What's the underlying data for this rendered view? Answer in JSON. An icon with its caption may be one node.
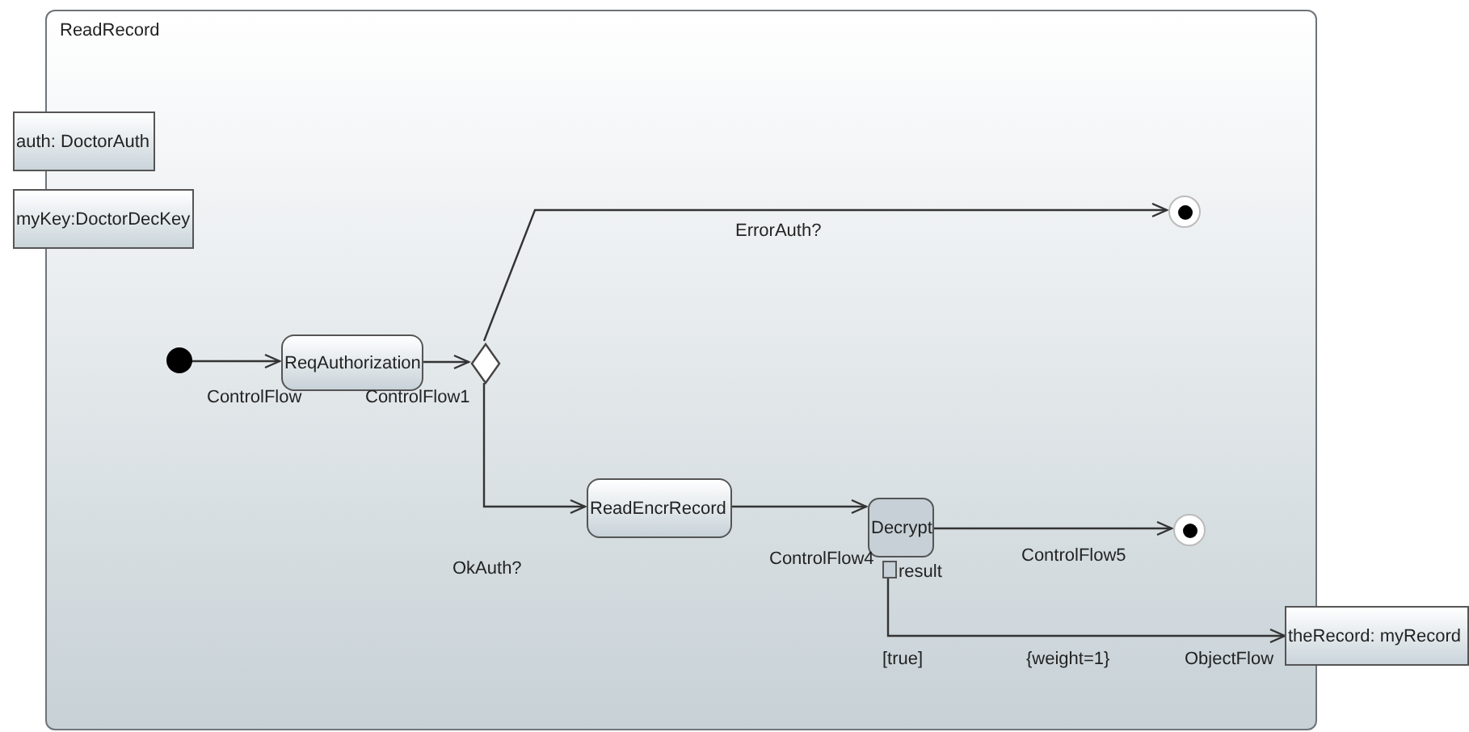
{
  "diagram": {
    "nodes": [
      {
        "text": [
          "ReadRecord"
        ]
      },
      {
        "text": [
          "auth: DoctorAuth"
        ]
      },
      {
        "text": [
          "myKey:DoctorDecKey"
        ]
      },
      {
        "text": [],
        "shape": "circle",
        "in": 0
      },
      {
        "text": [
          "ReqAuthorization"
        ],
        "in": 0
      },
      {
        "text": [],
        "shape": "diamond",
        "in": 0
      },
      {
        "text": [],
        "shape": "circle",
        "in": 0
      },
      {
        "text": [
          "ReadEncrRecord"
        ],
        "in": 0
      },
      {
        "text": [
          "Decrypt"
        ],
        "in": 0
      },
      {
        "text": [],
        "shape": "circle",
        "in": 0
      },
      {
        "text": [
          "result"
        ],
        "in": 0
      },
      {
        "text": [
          "theRecord: myRecord"
        ]
      }
    ],
    "edges": [
      {
        "from": 3,
        "to": 4,
        "arrow": "to",
        "label": "ControlFlow"
      },
      {
        "from": 4,
        "to": 5,
        "arrow": "to",
        "label": "ControlFlow1"
      },
      {
        "from": 5,
        "to": 6,
        "arrow": "to",
        "label": "ErrorAuth?"
      },
      {
        "from": 5,
        "to": 7,
        "arrow": "to",
        "label": "OkAuth?"
      },
      {
        "from": 7,
        "to": 8,
        "arrow": "to",
        "label": "ControlFlow4"
      },
      {
        "from": 8,
        "to": 9,
        "arrow": "to",
        "label": "ControlFlow5"
      },
      {
        "from": 10,
        "to": 11,
        "arrow": "to",
        "label": "ObjectFlow"
      }
    ],
    "labels": [
      "[true]",
      "{weight=1}"
    ]
  }
}
